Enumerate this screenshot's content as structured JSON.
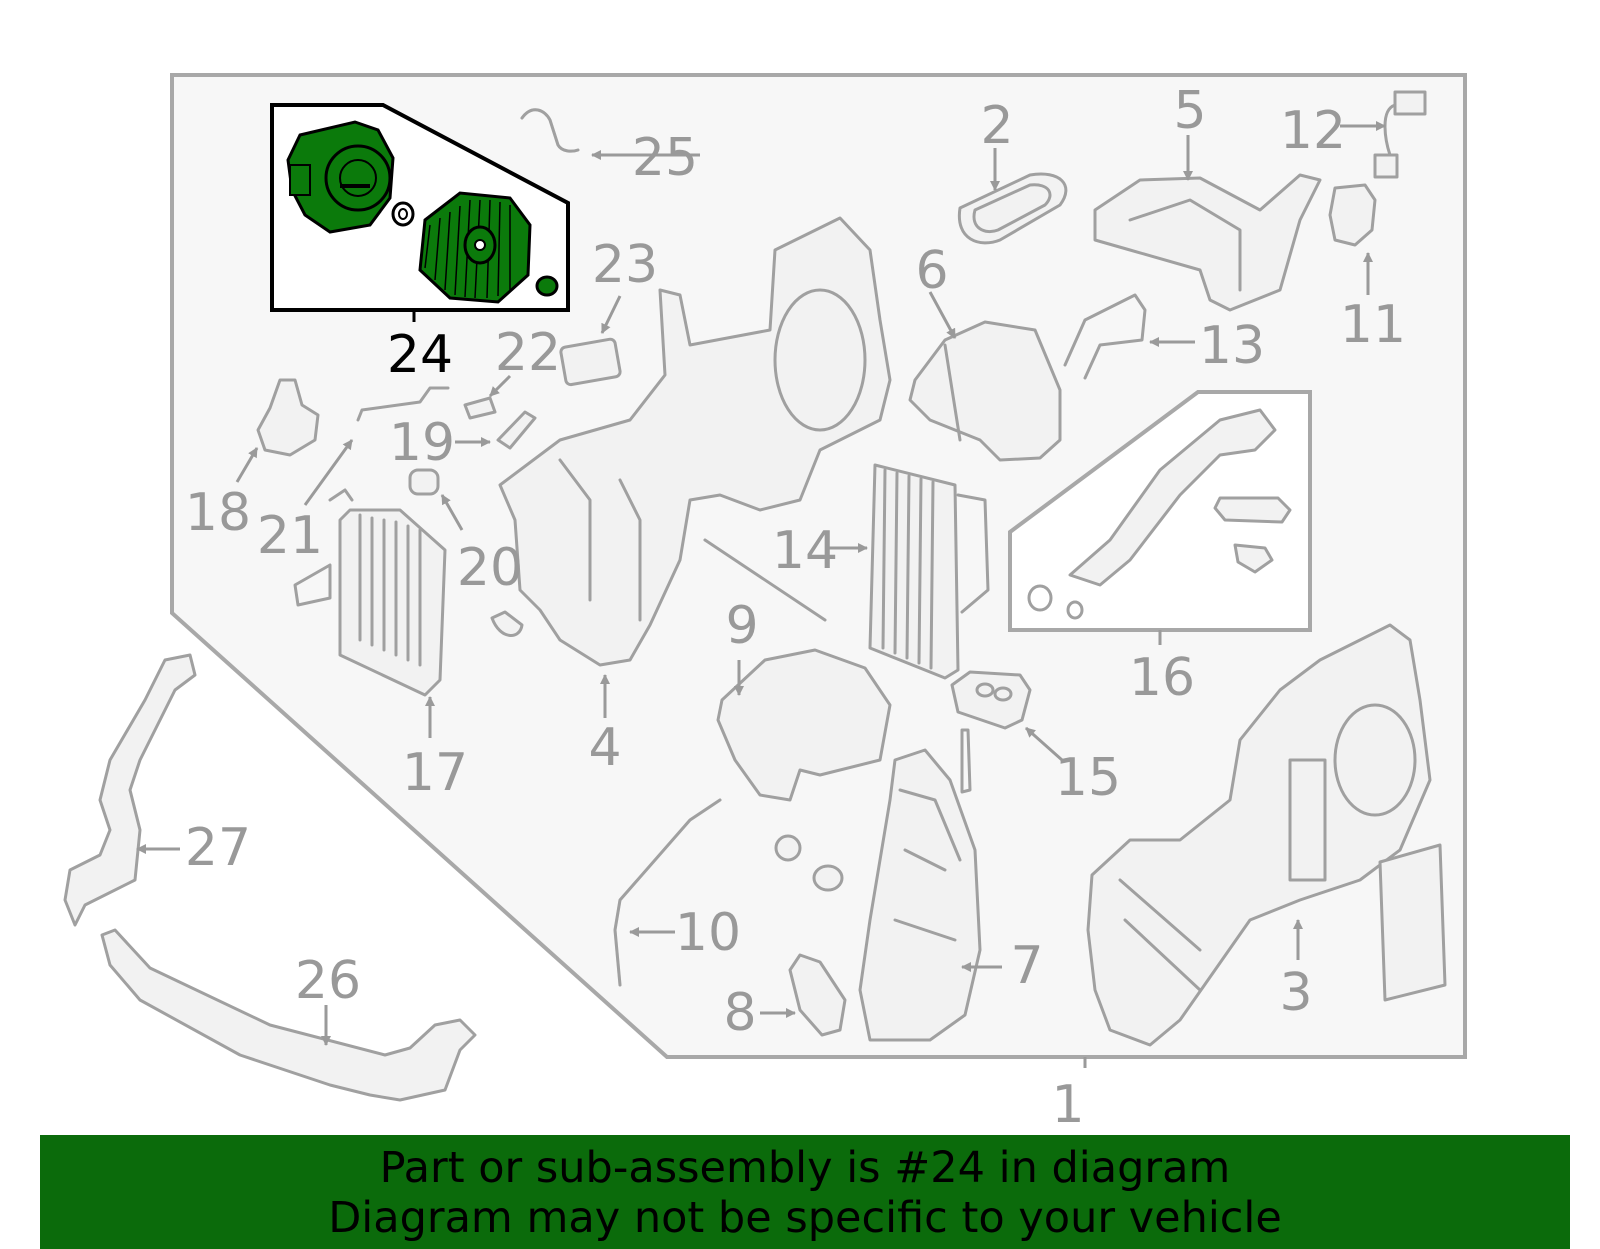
{
  "callouts": [
    "1",
    "2",
    "3",
    "4",
    "5",
    "6",
    "7",
    "8",
    "9",
    "10",
    "11",
    "12",
    "13",
    "14",
    "15",
    "16",
    "17",
    "18",
    "19",
    "20",
    "21",
    "22",
    "23",
    "24",
    "25",
    "26",
    "27"
  ],
  "highlighted_callout": "24",
  "colors": {
    "highlight": "#0b7a0b",
    "banner": "#0b6b0b",
    "outline": "#a0a0a0",
    "label": "#999999"
  },
  "banner": {
    "line1": "Part or sub-assembly is #24 in diagram",
    "line2": "Diagram may not be specific to your vehicle"
  }
}
